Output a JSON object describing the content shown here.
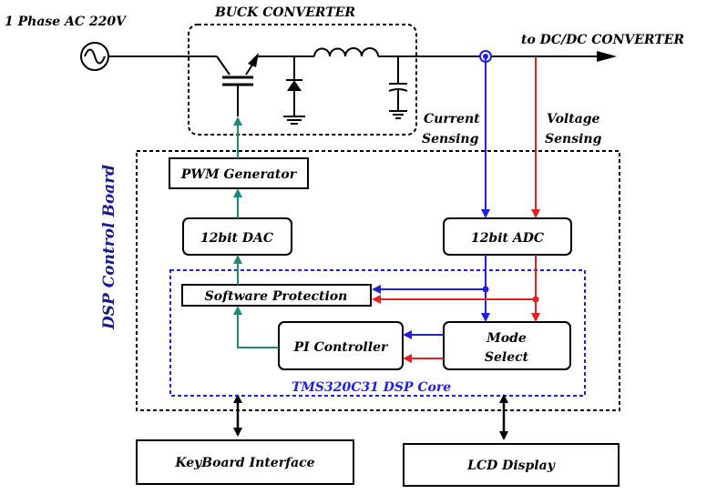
{
  "diagram": {
    "labels": {
      "ac_source": "1 Phase AC 220V",
      "buck_converter": "BUCK CONVERTER",
      "to_dcdc": "to DC/DC CONVERTER",
      "current_sensing_1": "Current",
      "current_sensing_2": "Sensing",
      "voltage_sensing_1": "Voltage",
      "voltage_sensing_2": "Sensing",
      "dsp_board": "DSP Control Board",
      "dsp_core": "TMS320C31 DSP Core"
    },
    "blocks": {
      "pwm": "PWM Generator",
      "dac": "12bit DAC",
      "adc": "12bit ADC",
      "software_protection": "Software Protection",
      "pi_controller": "PI Controller",
      "mode_select_1": "Mode",
      "mode_select_2": "Select",
      "keyboard": "KeyBoard Interface",
      "lcd": "LCD Display"
    },
    "colors": {
      "current": "#1f1fe6",
      "voltage": "#e61f1f",
      "control": "#1a8a7a",
      "dsp_core_border": "#1f1fe6",
      "dsp_label": "#1a1a8c"
    }
  }
}
